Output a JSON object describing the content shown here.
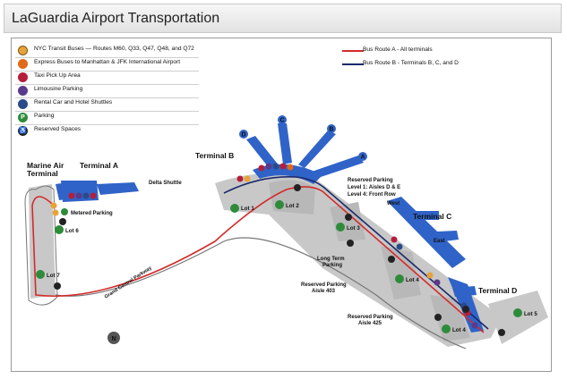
{
  "page": {
    "title": "LaGuardia Airport Transportation"
  },
  "legend": {
    "items": [
      {
        "icon": "bus-icon",
        "color": "#e8a23a",
        "glyph": "",
        "label": "NYC Transit Buses — Routes M60, Q33, Q47, Q48, and Q72"
      },
      {
        "icon": "express-bus-icon",
        "color": "#e06a1a",
        "glyph": "",
        "label": "Express Buses to Manhattan & JFK International Airport"
      },
      {
        "icon": "taxi-icon",
        "color": "#b51e3a",
        "glyph": "",
        "label": "Taxi Pick Up Area"
      },
      {
        "icon": "limousine-icon",
        "color": "#5a3a8a",
        "glyph": "",
        "label": "Limousine Parking"
      },
      {
        "icon": "shuttle-icon",
        "color": "#2a4a8a",
        "glyph": "",
        "label": "Rental Car and Hotel Shuttles"
      },
      {
        "icon": "parking-icon",
        "color": "#2e8b3a",
        "glyph": "P",
        "label": "Parking"
      },
      {
        "icon": "accessible-icon",
        "color": "#222222",
        "glyph": "♿",
        "label": "Reserved Spaces"
      }
    ]
  },
  "routes": [
    {
      "name": "Bus Route A - All terminals",
      "color": "#d42a2a"
    },
    {
      "name": "Bus Route B - Terminals B, C, and D",
      "color": "#1a2a6a"
    }
  ],
  "map": {
    "colors": {
      "terminal": "#2f63c8",
      "ground": "#c8c8c8",
      "road_outline": "#555555",
      "parking_icon": "#2e8b3a"
    },
    "labels": {
      "marine_air": "Marine Air",
      "marine_air_2": "Terminal",
      "terminal_a": "Terminal A",
      "delta_shuttle": "Delta Shuttle",
      "terminal_b": "Terminal B",
      "terminal_c": "Terminal C",
      "terminal_d": "Terminal D",
      "west": "West",
      "east": "East",
      "gate_a": "A",
      "gate_b": "B",
      "gate_c": "C",
      "gate_d": "D",
      "reserved_parking_1": "Reserved Parking",
      "reserved_parking_1b": "Level 1: Aisles D & E",
      "reserved_parking_1c": "Level 4: Front Row",
      "long_term_1": "Long Term",
      "long_term_2": "Parking",
      "reserved_403_1": "Reserved Parking",
      "reserved_403_2": "Aisle 403",
      "reserved_425_1": "Reserved Parking",
      "reserved_425_2": "Aisle 425",
      "metered_parking": "Metered Parking",
      "grand_central": "Grand Central Parkway",
      "lot1": "Lot 1",
      "lot2": "Lot 2",
      "lot3": "Lot 3",
      "lot4a": "Lot 4",
      "lot4b": "Lot 4",
      "lot5": "Lot 5",
      "lot6": "Lot 6",
      "lot7": "Lot 7",
      "north": "N"
    }
  }
}
